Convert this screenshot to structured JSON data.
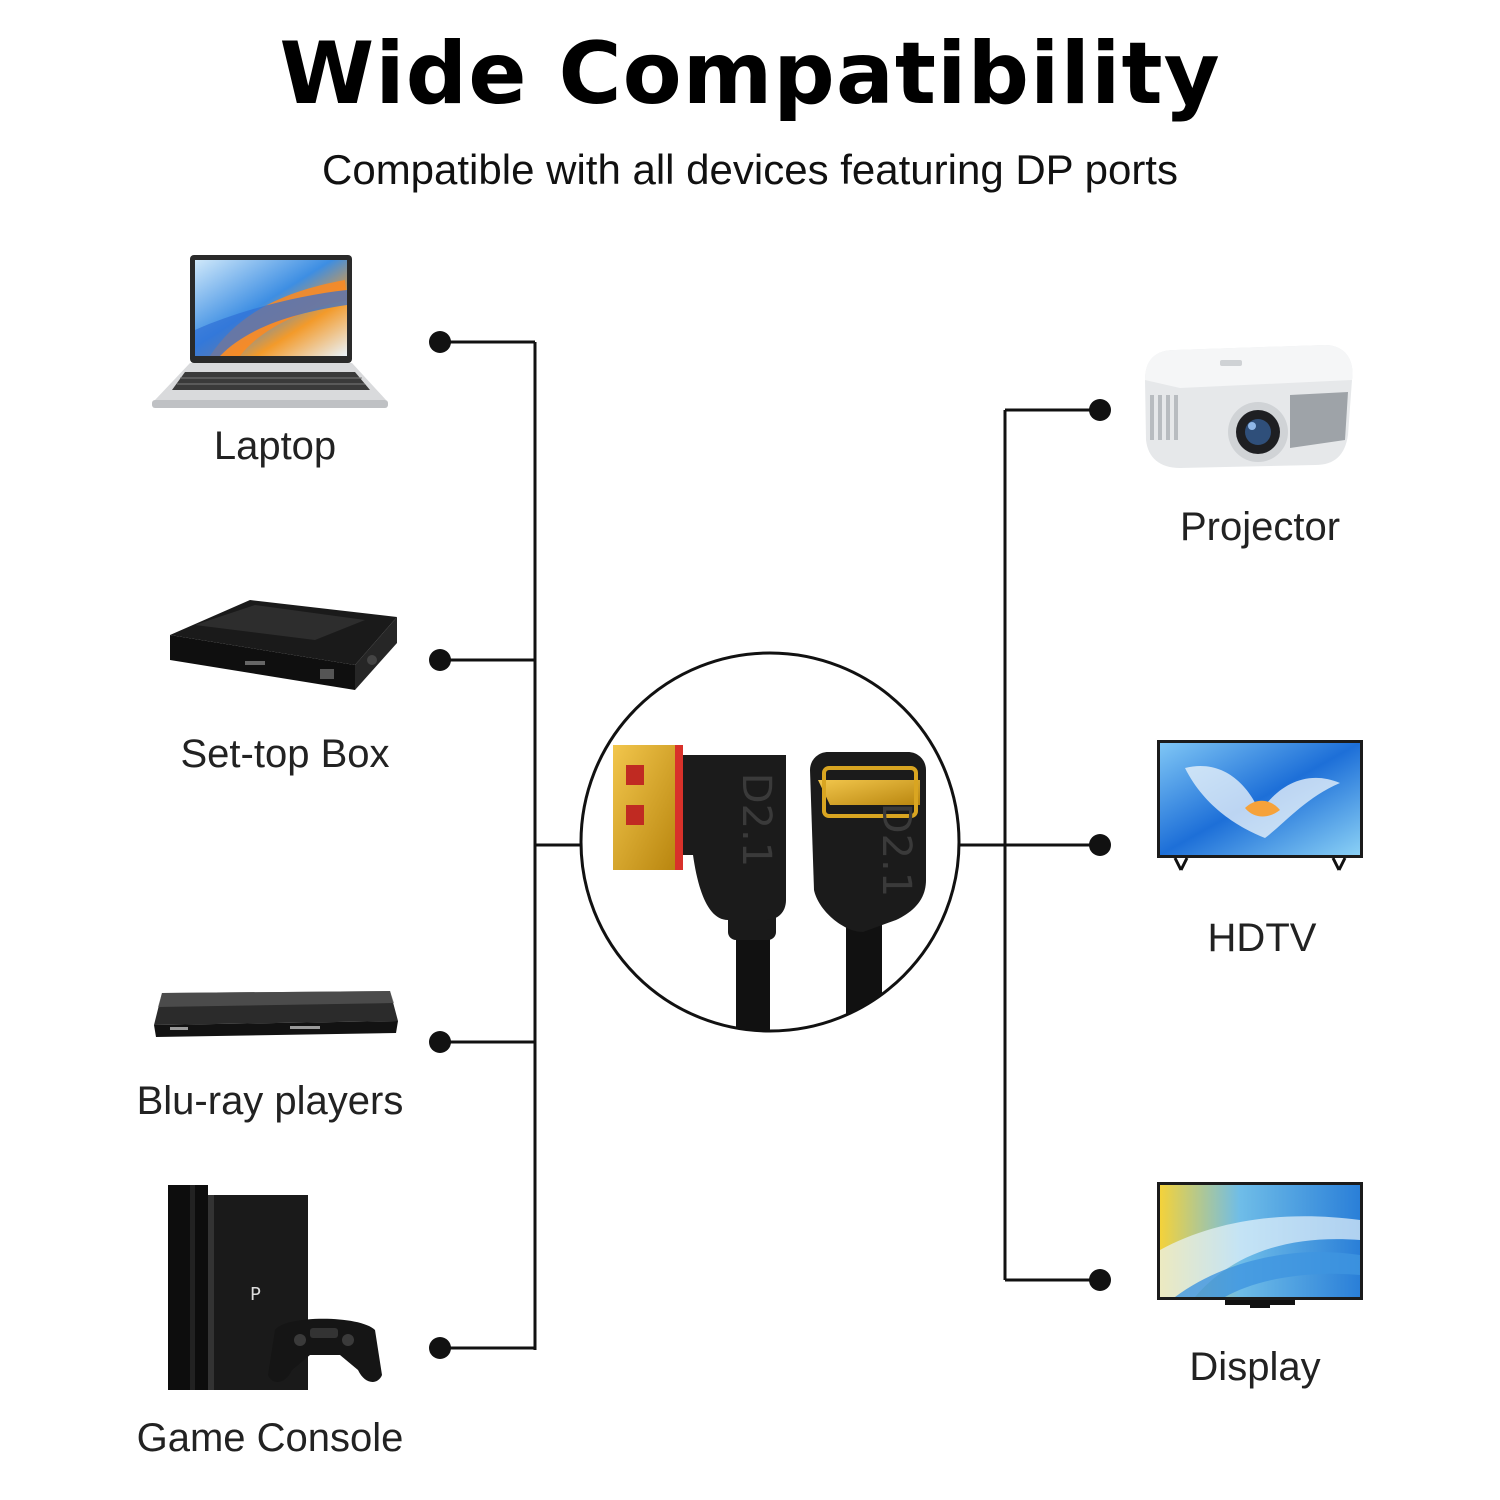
{
  "header": {
    "title": "Wide Compatibility",
    "subtitle": "Compatible with all devices featuring DP ports"
  },
  "left_devices": [
    {
      "label": "Laptop",
      "icon": "laptop-icon"
    },
    {
      "label": "Set-top Box",
      "icon": "set-top-box-icon"
    },
    {
      "label": "Blu-ray players",
      "icon": "blu-ray-player-icon"
    },
    {
      "label": "Game Console",
      "icon": "game-console-icon"
    }
  ],
  "right_devices": [
    {
      "label": "Projector",
      "icon": "projector-icon"
    },
    {
      "label": "HDTV",
      "icon": "hdtv-icon"
    },
    {
      "label": "Display",
      "icon": "display-icon"
    }
  ],
  "center": {
    "male_connector_text": "D2.1",
    "female_connector_text": "D2.1",
    "icon": "displayport-cable-icon"
  },
  "colors": {
    "connector_gold": "#d9a521",
    "connector_body": "#1b1b1b",
    "connector_red": "#d8312a",
    "line": "#111111"
  }
}
